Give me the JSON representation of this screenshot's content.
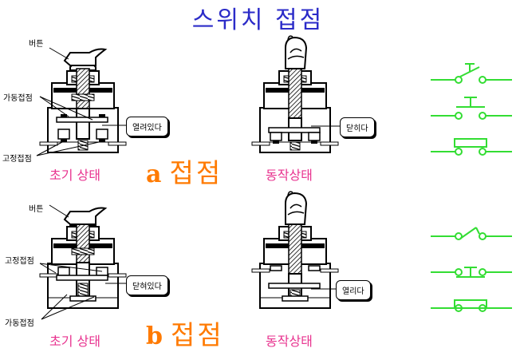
{
  "title": "스위치 접점",
  "a_section": {
    "letter": "a",
    "word": "접점",
    "button_label": "버튼",
    "movable_label": "가동접점",
    "fixed_label": "고정접점",
    "initial_state": "초기 상태",
    "operating_state": "동작상태",
    "initial_callout": "열려있다",
    "operating_callout": "닫히다"
  },
  "b_section": {
    "letter": "b",
    "word": "접점",
    "button_label": "버튼",
    "fixed_label": "고정접점",
    "movable_label": "가동접점",
    "initial_state": "초기 상태",
    "operating_state": "동작상태",
    "initial_callout": "닫혀있다",
    "operating_callout": "열리다"
  },
  "colors": {
    "title": "#2b2bc8",
    "state_text": "#e8338f",
    "contact_type": "#ff7a00",
    "symbol": "#33dd33"
  }
}
